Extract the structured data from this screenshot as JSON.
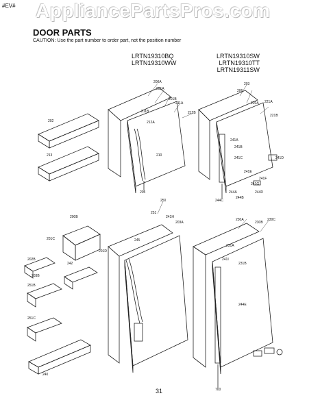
{
  "header": {
    "ev_tag": "#EV#",
    "watermark": "AppliancePartsPros.com"
  },
  "title": "DOOR PARTS",
  "caution": "CAUTION: Use the part number to order part, not the position number",
  "models_left": [
    "LRTN19310BQ",
    "LRTN19310WW"
  ],
  "models_right": [
    "LRTN19310SW",
    "LRTN19310TT",
    "LRTN19311SW"
  ],
  "page_number": "31",
  "callouts": [
    "200A",
    "201A",
    "201B",
    "211A",
    "212B",
    "211B",
    "212A",
    "210",
    "202",
    "213",
    "205",
    "203",
    "206",
    "220A",
    "221A",
    "221B",
    "241A",
    "241B",
    "241C",
    "241D",
    "241E",
    "241F",
    "241G",
    "244A",
    "244B",
    "244C",
    "244D",
    "250",
    "251",
    "241H",
    "203A",
    "200B",
    "201C",
    "201D",
    "202B",
    "242",
    "203B",
    "251B",
    "251C",
    "240",
    "245",
    "230A",
    "230B",
    "230C",
    "231A",
    "231B",
    "241I",
    "244E",
    "700"
  ]
}
